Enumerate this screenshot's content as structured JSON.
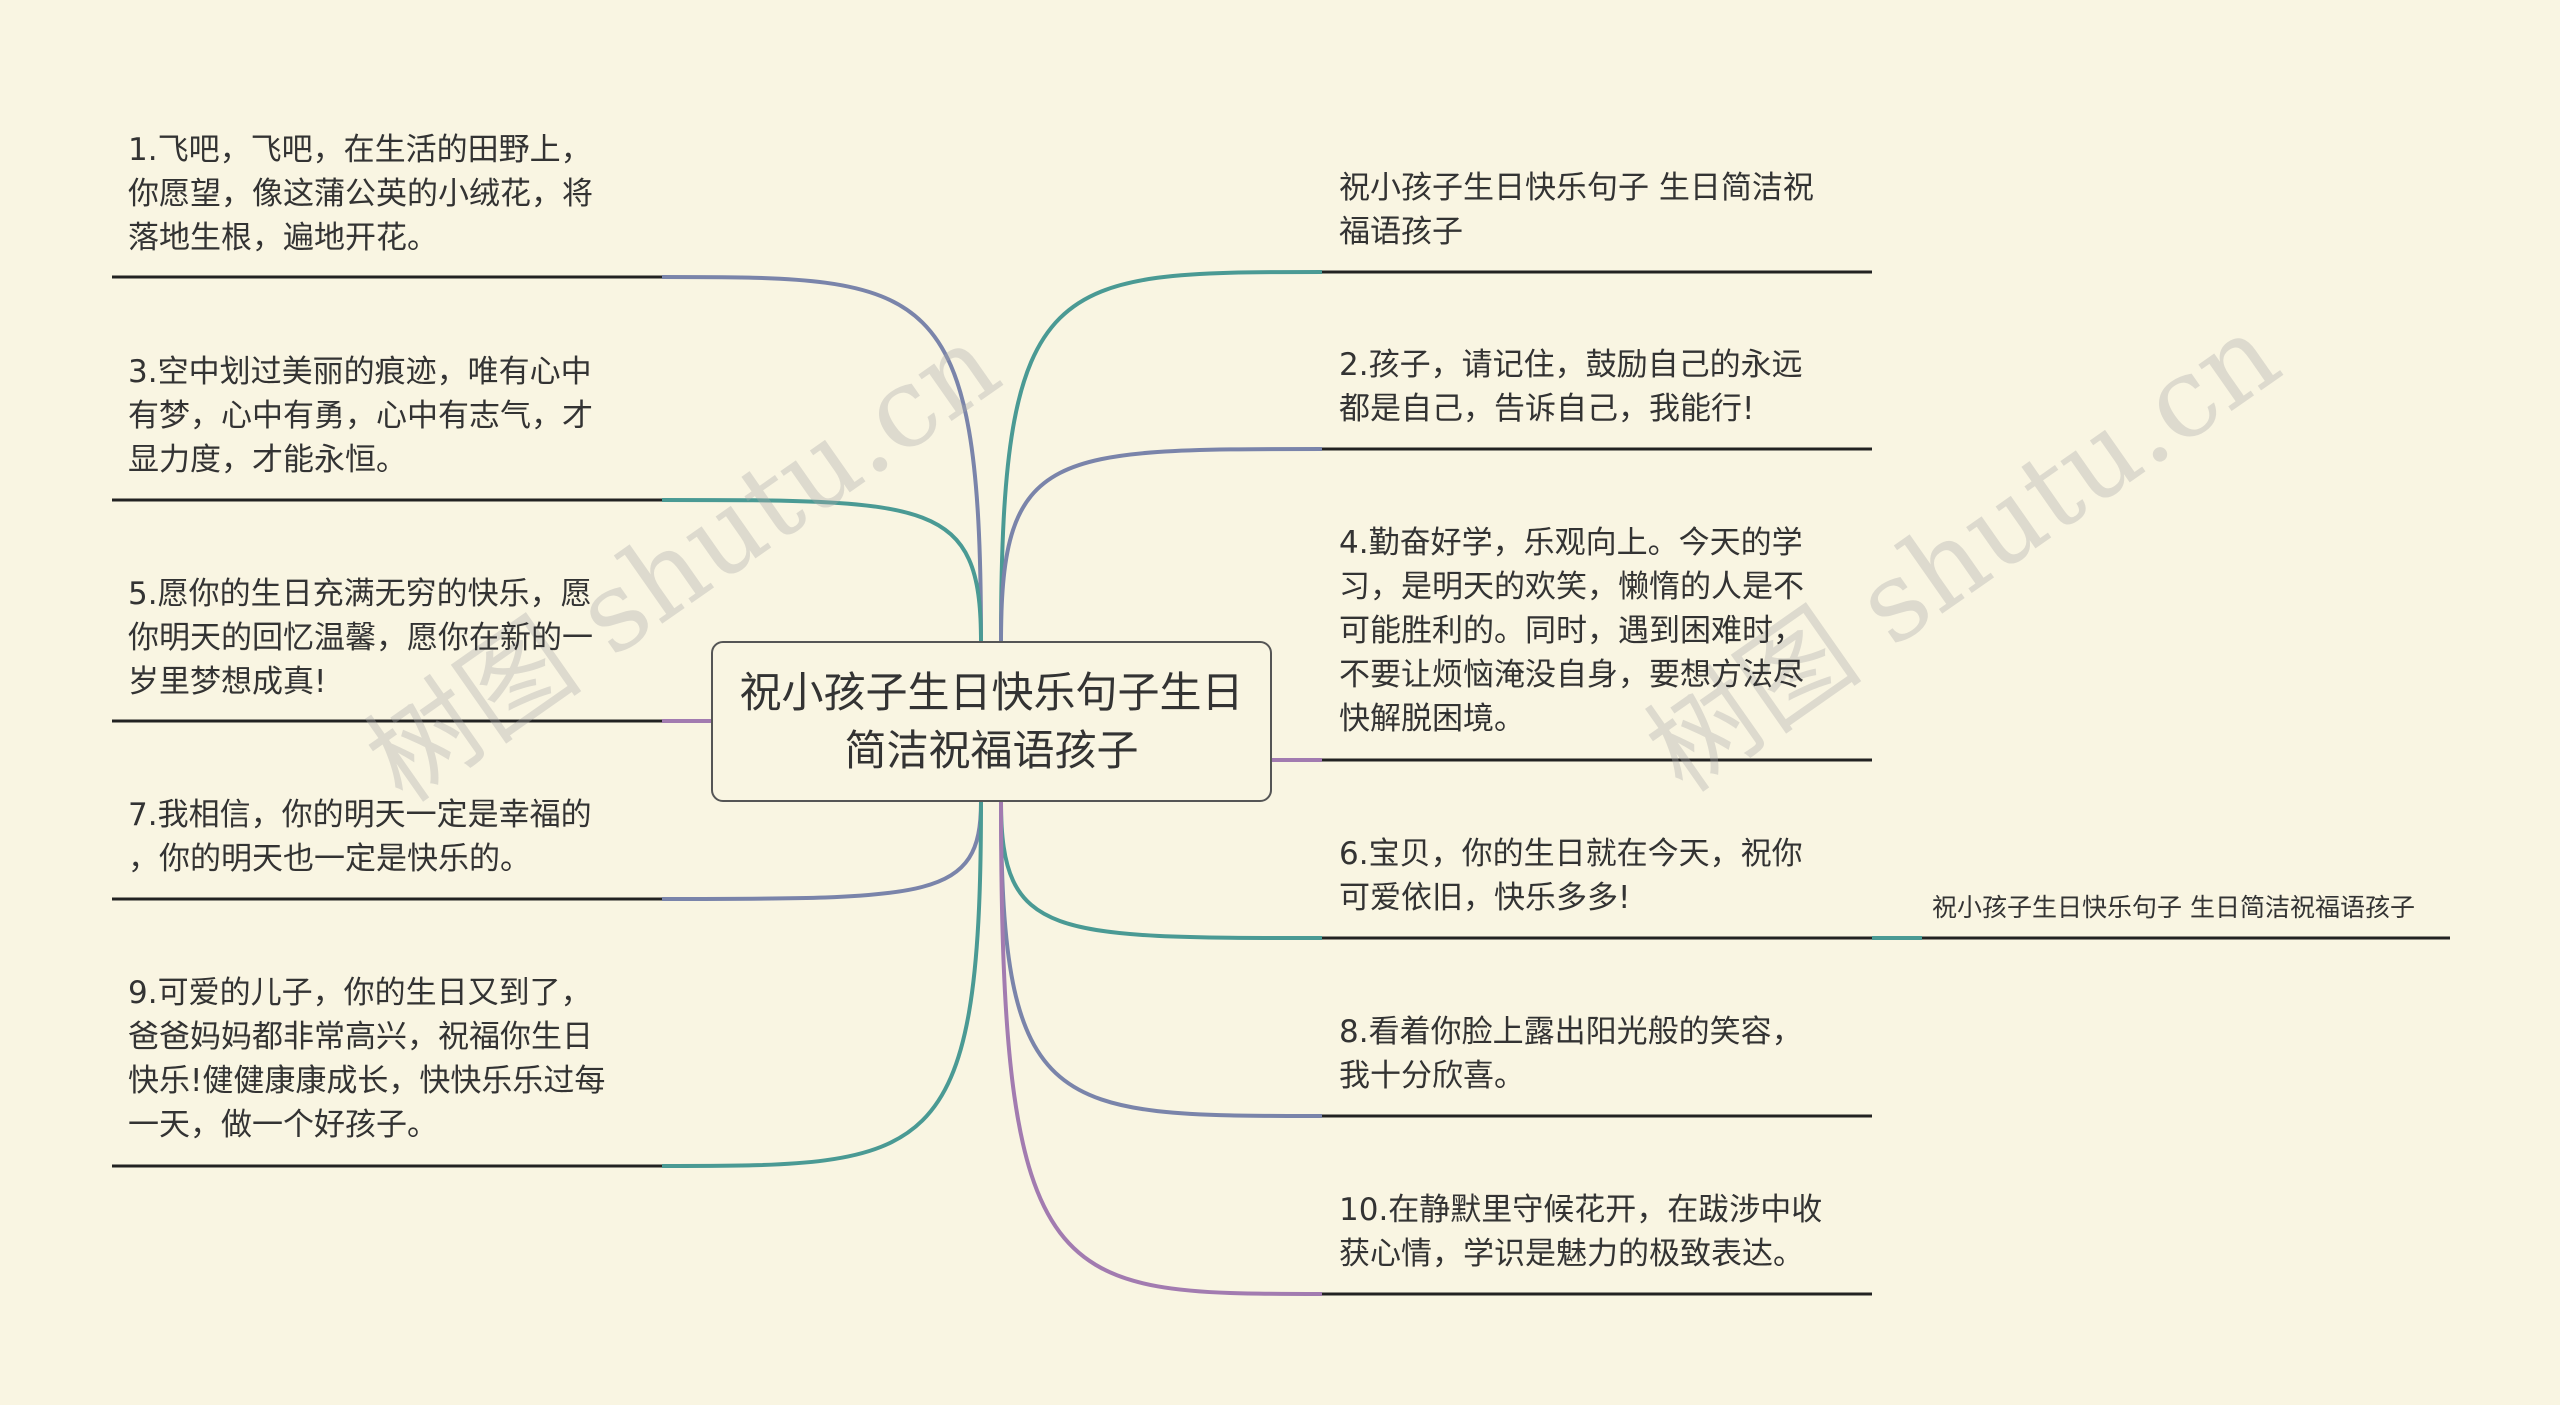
{
  "center": {
    "title": "祝小孩子生日快乐句子生日简洁祝福语孩子"
  },
  "left_nodes": [
    {
      "text": "1.飞吧，飞吧，在生活的田野上，\n你愿望，像这蒲公英的小绒花，将\n落地生根，遍地开花。",
      "color": "#7a84aa"
    },
    {
      "text": "3.空中划过美丽的痕迹，唯有心中\n有梦，心中有勇，心中有志气，才\n显力度，才能永恒。",
      "color": "#4a9a94"
    },
    {
      "text": "5.愿你的生日充满无穷的快乐，愿\n你明天的回忆温馨，愿你在新的一\n岁里梦想成真!",
      "color": "#a27bb0"
    },
    {
      "text": "7.我相信，你的明天一定是幸福的\n，你的明天也一定是快乐的。",
      "color": "#7a84aa"
    },
    {
      "text": "9.可爱的儿子，你的生日又到了，\n爸爸妈妈都非常高兴，祝福你生日\n快乐!健健康康成长，快快乐乐过每\n一天，做一个好孩子。",
      "color": "#4a9a94"
    }
  ],
  "right_nodes": [
    {
      "text": "祝小孩子生日快乐句子 生日简洁祝\n福语孩子",
      "color": "#4a9a94"
    },
    {
      "text": "2.孩子，请记住，鼓励自己的永远\n都是自己，告诉自己，我能行!",
      "color": "#7a84aa"
    },
    {
      "text": "4.勤奋好学，乐观向上。今天的学\n习，是明天的欢笑，懒惰的人是不\n可能胜利的。同时，遇到困难时，\n不要让烦恼淹没自身，要想方法尽\n快解脱困境。",
      "color": "#a27bb0"
    },
    {
      "text": "6.宝贝，你的生日就在今天，祝你\n可爱依旧，快乐多多!",
      "color": "#4a9a94"
    },
    {
      "text": "8.看着你脸上露出阳光般的笑容，\n我十分欣喜。",
      "color": "#7a84aa"
    },
    {
      "text": "10.在静默里守候花开，在跋涉中收\n获心情，学识是魅力的极致表达。",
      "color": "#a27bb0"
    }
  ],
  "summary": {
    "text": "祝小孩子生日快乐句子 生日简洁祝福语孩子",
    "color": "#4a9a94"
  },
  "watermark": {
    "text": "树图 shutu.cn"
  },
  "colors": {
    "background": "#f9f5e2",
    "underline": "#222222"
  }
}
